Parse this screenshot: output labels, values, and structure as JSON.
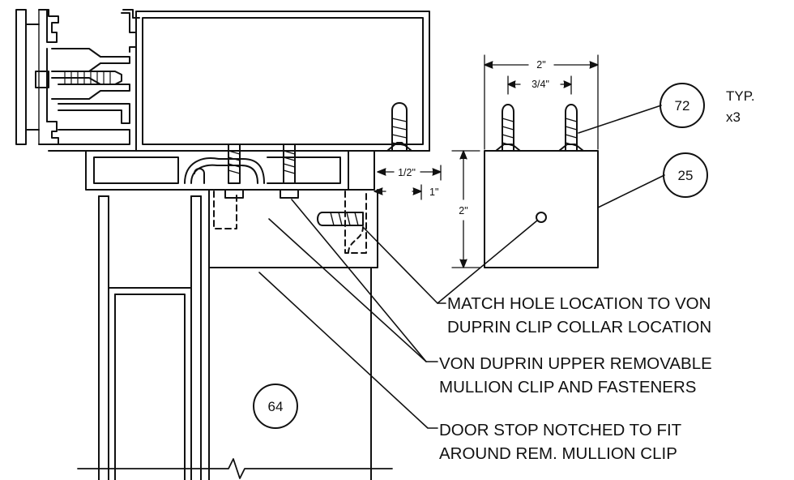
{
  "callouts": {
    "c72": "72",
    "c25": "25",
    "c64": "64"
  },
  "typ": {
    "line1": "TYP.",
    "line2": "x3"
  },
  "dimensions": {
    "d_2_top": "2\"",
    "d_3_4": "3/4\"",
    "d_half": "1/2\"",
    "d_1": "1\"",
    "d_2_side": "2\""
  },
  "notes": {
    "match_l1": "MATCH HOLE LOCATION TO VON",
    "match_l2": "DUPRIN CLIP COLLAR LOCATION",
    "vd_l1": "VON DUPRIN UPPER REMOVABLE",
    "vd_l2": "MULLION CLIP AND FASTENERS",
    "stop_l1": "DOOR STOP NOTCHED TO FIT",
    "stop_l2": "AROUND REM. MULLION CLIP"
  },
  "colors": {
    "line": "#111111",
    "background": "#ffffff"
  }
}
